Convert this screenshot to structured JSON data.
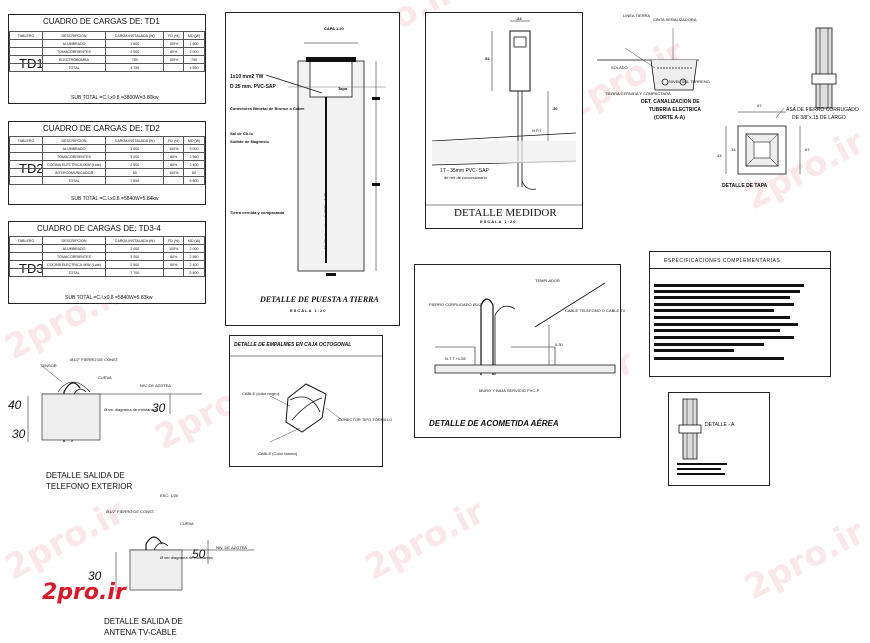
{
  "watermark": "2pro.ir",
  "logo": "2pro.ir",
  "colors": {
    "logo": "#d81b2b",
    "watermark": "#e8899a",
    "line": "#111111"
  },
  "td1": {
    "title": "CUADRO DE CARGAS DE: TD1",
    "label": "TD1",
    "headers": [
      "TABLERO",
      "DESCRIPCION",
      "CARGA INSTALADA (W)",
      "FD (%)",
      "MD (W)"
    ],
    "rows": [
      [
        "ALUMBRADO",
        "1 800",
        "100%",
        "1 800"
      ],
      [
        "TOMACORRIENTES",
        "2 500",
        "80%",
        "2 000"
      ],
      [
        "ELECTROBOMBA",
        "750",
        "100%",
        "750"
      ],
      [
        "TOTAL",
        "4 750",
        "",
        "4 550"
      ]
    ],
    "subtotal": "SUB TOTAL =C.I.x0.8 =3800W=3.80kw"
  },
  "td2": {
    "title": "CUADRO DE CARGAS DE: TD2",
    "label": "TD2",
    "headers": [
      "TABLERO",
      "DESCRIPCION",
      "CARGA INSTALADA (W)",
      "FD (%)",
      "MD (W)"
    ],
    "rows": [
      [
        "ALUMBRADO",
        "3 000",
        "100%",
        "3 000"
      ],
      [
        "TOMACORRIENTES",
        "3 200",
        "80%",
        "2 560"
      ],
      [
        "COCINA ELECTRICA 4KW (Lote)",
        "2 500",
        "80%",
        "2 400"
      ],
      [
        "INTERCOMUNICADOR",
        "80",
        "100%",
        "80"
      ],
      [
        "TOTAL",
        "7 850",
        "",
        "5 800"
      ]
    ],
    "subtotal": "SUB TOTAL =C.I.x0.8 =5840W=5.84kw"
  },
  "td3": {
    "title": "CUADRO DE CARGAS DE: TD3-4",
    "label": "TD3",
    "headers": [
      "TABLERO",
      "DESCRIPCION",
      "CARGA INSTALADA (W)",
      "FD (%)",
      "MD (W)"
    ],
    "rows": [
      [
        "ALUMBRADO",
        "2 000",
        "100%",
        "2 000"
      ],
      [
        "TOMACORRIENTES",
        "3 200",
        "80%",
        "2 560"
      ],
      [
        "COCINA ELECTRICA 4KW (Lote)",
        "2 500",
        "80%",
        "2 400"
      ],
      [
        "TOTAL",
        "7 700",
        "",
        "5 800"
      ]
    ],
    "subtotal": "SUB TOTAL =C.I.x0.8 =5840W=5.83kw"
  },
  "tierra": {
    "title": "DETALLE DE PUESTA A TIERRA",
    "scale": "ESCALA 1:20",
    "dim_top": "CAPA 1.20",
    "cable1": "1x10 mm2 TW",
    "cable2": "D 25 mm. PVC-SAP",
    "label_conn": "Conectores Bimetal de Bronce o Cobre",
    "label_tapa": "Tapa",
    "label_sal": "Sal de Ch.lo",
    "label_salsa": "Sulfato de Magnesio",
    "label_tierra": "Tierra cernida y compactada",
    "label_varilla": "Varilla de cobre de 3/4\" x 2.40 m."
  },
  "medidor": {
    "title": "DETALLE MEDIDOR",
    "scale": "ESCALA 1:20",
    "dim1": ".24",
    "dim2": ".52",
    "dim3": ".30",
    "npt": "N.P.T.",
    "note1": "1T - 35mm PVC- SAP",
    "note2": "de red de concesionario"
  },
  "canalizacion": {
    "title1": "DET. CANALIZACION DE",
    "title2": "TUBERIA ELECTRICA",
    "title3": "(CORTE A-A)",
    "labels": [
      "LINEA TIERRA",
      "CINTA SEÑALIZADORA",
      "SOLADO",
      "TIERRA CERNIDA Y COMPACTADA",
      "NIVEL DEL TERRENO"
    ]
  },
  "tapa": {
    "title": "DETALLE DE TAPA",
    "dim1": ".57",
    "dim2": ".44",
    "dim3": ".34",
    "dim4": ".67",
    "note1": "ASA DE FIERRO CORRUGADO",
    "note2": "DE 3/8\"x.15 DE LARGO"
  },
  "especificaciones": {
    "title": "ESPECIFICACIONES COMPLEMENTARIAS"
  },
  "acometida": {
    "title": "DETALLE DE ACOMETIDA AÉREA",
    "templador": "TEMPLADOR",
    "fierro": "FIERRO CORRUGADO Ø1/2\"",
    "cable": "CABLE TELEFONO O CABLE TV",
    "dim": "0.30",
    "npt": "N.T.T +1.55",
    "note": "MURO Y BAJA SERVICIO PVC-P"
  },
  "empalmes": {
    "title": "DETALLE DE EMPALMES EN CAJA OCTOGONAL",
    "cable1": "CABLE (color negro)",
    "cable2": "CABLE (Color blanco)",
    "conector": "CONECTOR TIPO TORNILLO"
  },
  "detalle_a": {
    "title": "DETALLE - A"
  },
  "telefono": {
    "title1": "DETALLE SALIDA DE",
    "title2": "TELEFONO EXTERIOR",
    "tensor": "TENSOR",
    "fierro": "Ø1/2\" FIERRO DE CONST.",
    "curva": "CURVA",
    "azotea": "NIV. DE AZOTEA",
    "dim1": "40",
    "dim2": "30",
    "dim3": "30",
    "note": "Ø ver diagrama de montantes",
    "scale": "ESC: 1/20"
  },
  "antena": {
    "title1": "DETALLE SALIDA DE",
    "title2": "ANTENA TV-CABLE",
    "fierro": "Ø1/2\" FIERRO DE CONST.",
    "curva": "CURVA",
    "azotea": "NIV. DE AZOTEA",
    "dim1": "50",
    "dim2": "30",
    "note": "Ø ver diagrama de montantes"
  }
}
